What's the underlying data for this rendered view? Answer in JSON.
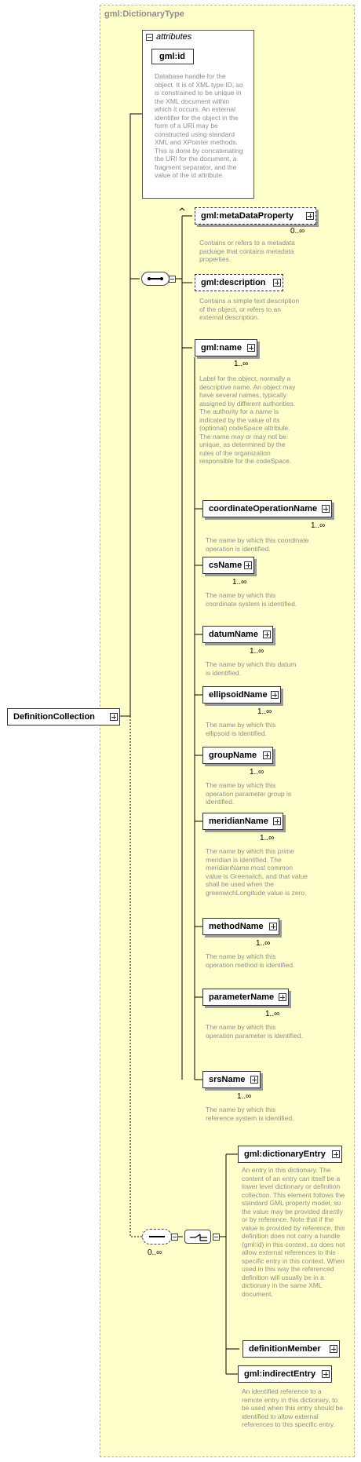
{
  "type_label": "gml:DictionaryType",
  "root": {
    "label": "DefinitionCollection"
  },
  "attributes": {
    "header": "attributes",
    "id_label": "gml:id",
    "id_desc": "Database handle for the object.  It is of XML type ID, so is constrained to be unique in the XML document within which it occurs.  An external identifier for the object in the form of a URI may be constructed using standard XML and XPointer methods.  This is done by concatenating the URI for the document, a fragment separator, and the value of the id attribute."
  },
  "elements": [
    {
      "label": "gml:metaDataProperty",
      "mult": "0..∞",
      "desc": "Contains or refers to a metadata package that contains metadata properties."
    },
    {
      "label": "gml:description",
      "mult": "",
      "desc": "Contains a simple text description of the object, or refers to an external description."
    },
    {
      "label": "gml:name",
      "mult": "1..∞",
      "desc": "Label for the object, normally a descriptive name. An object may have several names, typically assigned by different authorities.  The authority for a name is indicated by the value of its (optional) codeSpace attribute.  The name may or may not be unique, as determined by the rules of the organization responsible for the codeSpace."
    },
    {
      "label": "coordinateOperationName",
      "mult": "1..∞",
      "desc": "The name by which this coordinate operation is identified."
    },
    {
      "label": "csName",
      "mult": "1..∞",
      "desc": "The name by which this coordinate system is identified."
    },
    {
      "label": "datumName",
      "mult": "1..∞",
      "desc": "The name by which this datum is identified."
    },
    {
      "label": "ellipsoidName",
      "mult": "1..∞",
      "desc": "The name by which this ellipsoid is identified."
    },
    {
      "label": "groupName",
      "mult": "1..∞",
      "desc": "The name by which this operation parameter group is identified."
    },
    {
      "label": "meridianName",
      "mult": "1..∞",
      "desc": "The name by which this prime meridian is identified. The meridianName most common value is Greenwich, and that value shall be used when the greenwichLongitude value is zero."
    },
    {
      "label": "methodName",
      "mult": "1..∞",
      "desc": "The name by which this operation method is identified."
    },
    {
      "label": "parameterName",
      "mult": "1..∞",
      "desc": "The name by which this operation parameter is identified."
    },
    {
      "label": "srsName",
      "mult": "1..∞",
      "desc": "The name by which this reference system is identified."
    }
  ],
  "choice_seq": {
    "mult": "0..∞"
  },
  "choice_items": [
    {
      "label": "gml:dictionaryEntry",
      "desc": "An entry in this dictionary. The content of an entry can itself be a lower level dictionary or definition collection. This element follows the standard GML property model, so the value may be provided directly or by reference. Note that if the value is provided by reference, this definition does not carry a handle (gml:id) in this context, so does not allow external references to this specific entry in this context. When used in this way the referenced definition will usually be in a dictionary in the same XML document."
    },
    {
      "label": "definitionMember",
      "desc": ""
    },
    {
      "label": "gml:indirectEntry",
      "desc": "An identified reference to a remote entry in this dictionary, to be used when this entry should be identified to allow external references to this specific entry."
    }
  ]
}
